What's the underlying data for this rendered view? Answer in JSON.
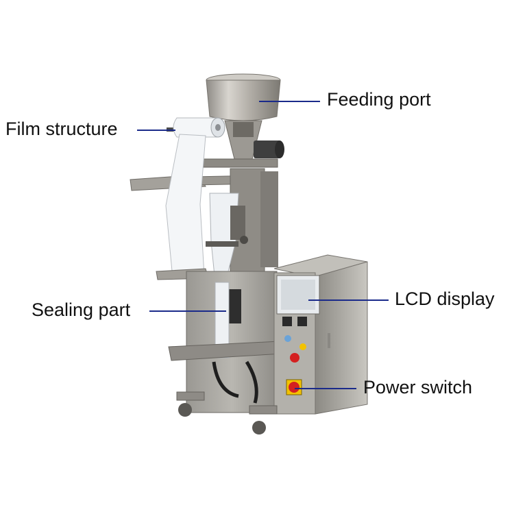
{
  "labels": {
    "feeding_port": "Feeding port",
    "film_structure": "Film structure",
    "sealing_part": "Sealing part",
    "lcd_display": "LCD display",
    "power_switch": "Power switch"
  },
  "colors": {
    "leader_line": "#1a2a8a",
    "steel": "#a9a9a6",
    "film": "#f4f6f8",
    "button_red": "#d42020",
    "button_yellow": "#f2c200"
  }
}
